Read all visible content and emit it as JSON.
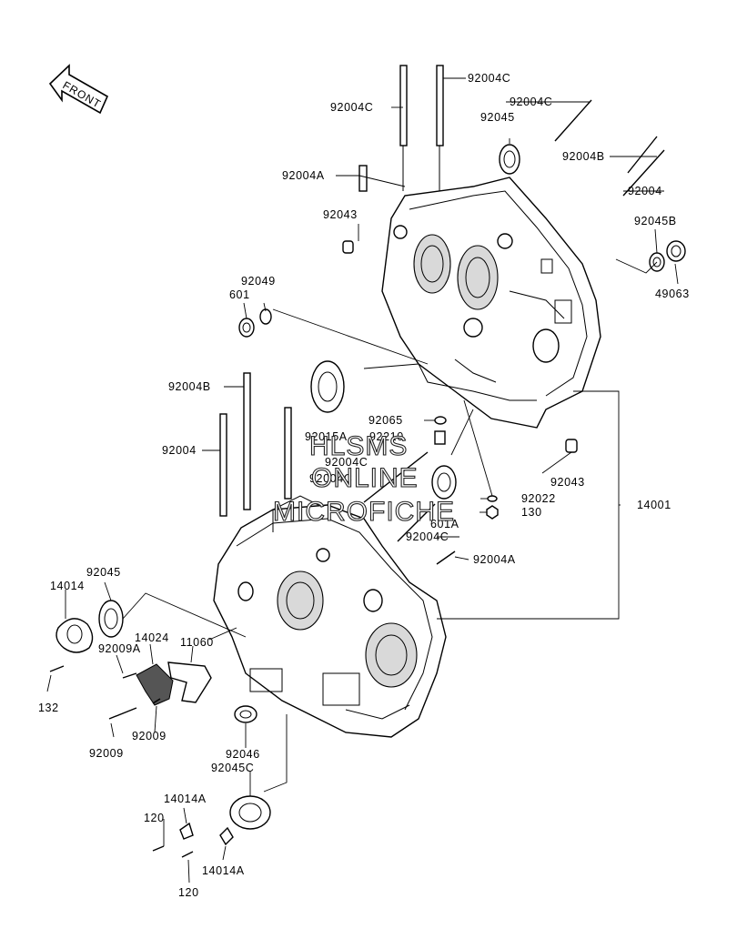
{
  "front_label": "FRONT",
  "watermark": [
    "HLSMS",
    "ONLINE",
    "MICROFICHE"
  ],
  "callouts": [
    "92004C",
    "92004C",
    "92004C",
    "92045",
    "92004B",
    "92004",
    "92004A",
    "92043",
    "92045B",
    "49063",
    "92049",
    "601",
    "92004B",
    "92065",
    "92015A",
    "92210",
    "92004",
    "92004C",
    "92004C",
    "92043",
    "92022",
    "601A",
    "130",
    "92004C",
    "14001",
    "92004A",
    "92045",
    "14014",
    "14024",
    "11060",
    "92009A",
    "132",
    "92009",
    "92009",
    "92046",
    "92045C",
    "14014A",
    "120",
    "14014A",
    "120"
  ]
}
